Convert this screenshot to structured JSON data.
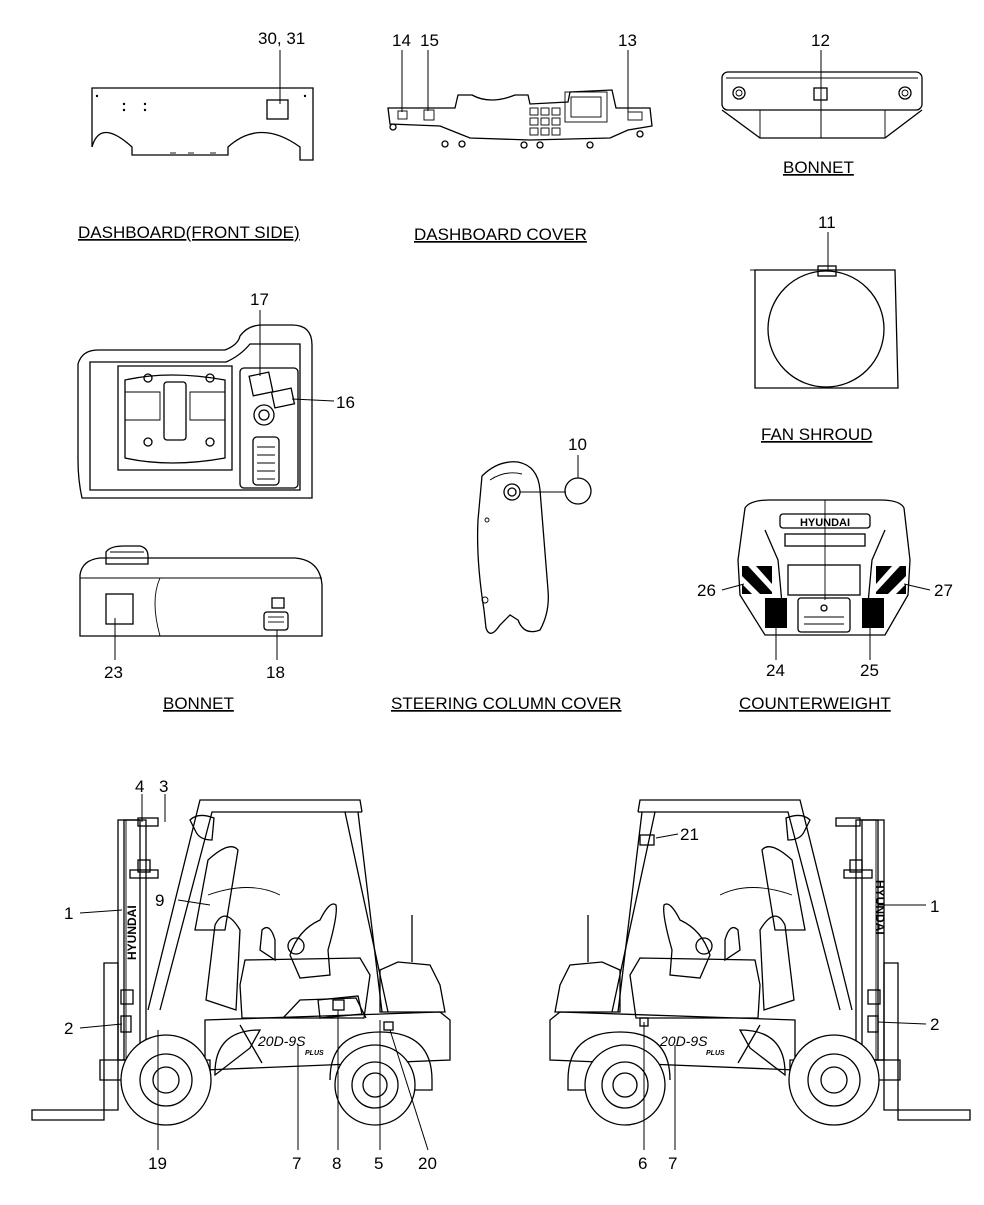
{
  "sections": {
    "dashboard_front": "DASHBOARD(FRONT SIDE)",
    "dashboard_cover": "DASHBOARD COVER",
    "bonnet_top": "BONNET",
    "fan_shroud": "FAN SHROUD",
    "bonnet_side": "BONNET",
    "steering_column_cover": "STEERING COLUMN COVER",
    "counterweight": "COUNTERWEIGHT"
  },
  "brand": {
    "mast_left": "HYUNDAI",
    "mast_right": "HYUNDAI",
    "counterweight": "HYUNDAI"
  },
  "model": {
    "left": "20D-9S",
    "right": "20D-9S",
    "sub": "PLUS"
  },
  "callouts": {
    "c30_31": "30, 31",
    "c14": "14",
    "c15": "15",
    "c13": "13",
    "c12": "12",
    "c11": "11",
    "c17": "17",
    "c16": "16",
    "c10": "10",
    "c26": "26",
    "c27": "27",
    "c24": "24",
    "c25": "25",
    "c23": "23",
    "c18": "18",
    "c4": "4",
    "c3": "3",
    "c9": "9",
    "c1_left": "1",
    "c2_left": "2",
    "c19": "19",
    "c7_left": "7",
    "c8": "8",
    "c5": "5",
    "c20": "20",
    "c21": "21",
    "c1_right": "1",
    "c2_right": "2",
    "c6": "6",
    "c7_right": "7"
  }
}
